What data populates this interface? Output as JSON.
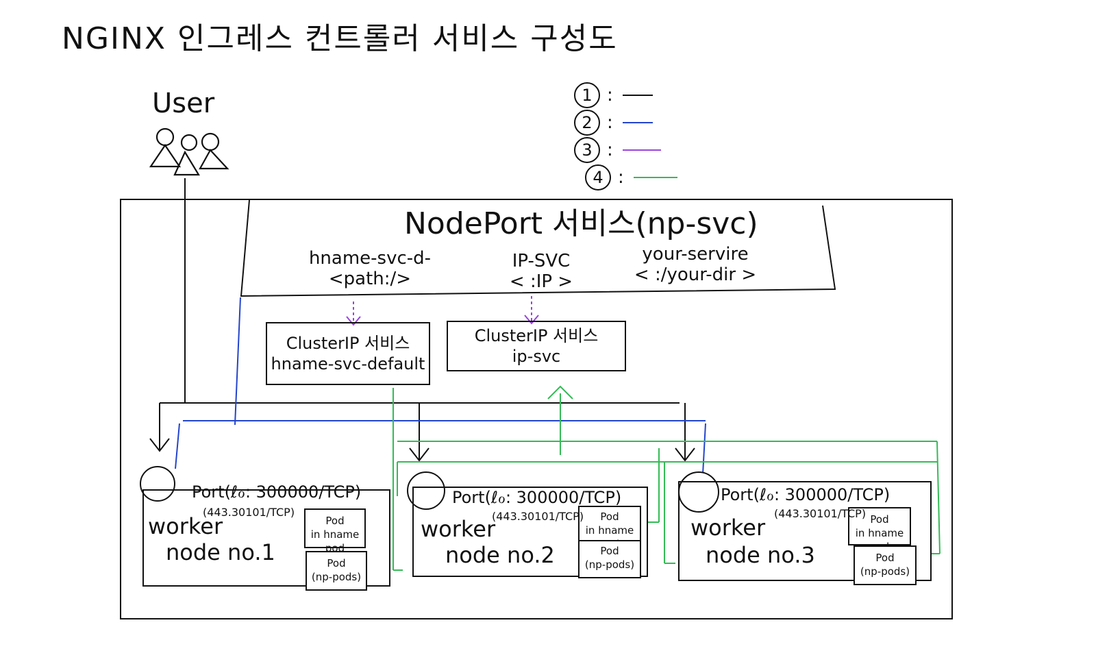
{
  "title": "NGINX 인그레스 컨트롤러 서비스 구성도",
  "user": {
    "label": "User"
  },
  "legend": [
    {
      "num": "1",
      "color": "#111111"
    },
    {
      "num": "2",
      "color": "#2244cc"
    },
    {
      "num": "3",
      "color": "#9944dd"
    },
    {
      "num": "4",
      "color": "#33bb55"
    }
  ],
  "nodeport": {
    "title": "NodePort 서비스(np-svc)",
    "routes": [
      {
        "line1": "hname-svc-d-",
        "line2": "<path:/>"
      },
      {
        "line1": "IP-SVC",
        "line2": "< :IP >"
      },
      {
        "line1": "your-servire",
        "line2": "< :/your-dir >"
      }
    ]
  },
  "clusterip": [
    {
      "line1": "ClusterIP 서비스",
      "line2": "hname-svc-default"
    },
    {
      "line1": "ClusterIP 서비스",
      "line2": "ip-svc"
    }
  ],
  "workers": [
    {
      "port": "Port(ℓℴ: 300000/TCP)",
      "port_sub": "(443.30101/TCP)",
      "name1": "worker",
      "name2": "node no.1",
      "pod1_l1": "Pod",
      "pod1_l2": "in hname pod",
      "pod2_l1": "Pod",
      "pod2_l2": "(np-pods)"
    },
    {
      "port": "Port(ℓℴ: 300000/TCP)",
      "port_sub": "(443.30101/TCP)",
      "name1": "worker",
      "name2": "node no.2",
      "pod1_l1": "Pod",
      "pod1_l2": "in hname pod",
      "pod2_l1": "Pod",
      "pod2_l2": "(np-pods)"
    },
    {
      "port": "Port(ℓℴ: 300000/TCP)",
      "port_sub": "(443.30101/TCP)",
      "name1": "worker",
      "name2": "node no.3",
      "pod1_l1": "Pod",
      "pod1_l2": "in hname pod",
      "pod2_l1": "Pod",
      "pod2_l2": "(np-pods)"
    }
  ]
}
